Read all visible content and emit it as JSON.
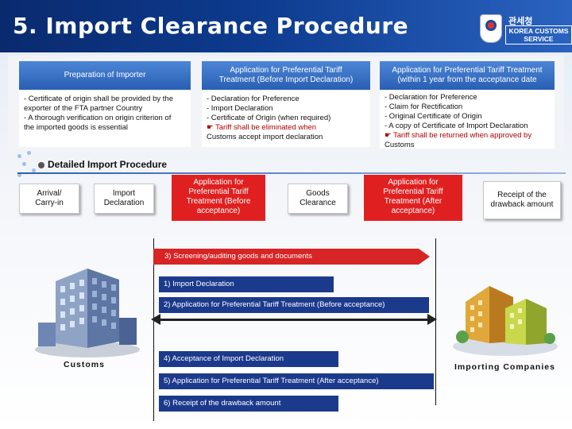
{
  "header": {
    "title": "5. Import Clearance Procedure",
    "logo_ko": "관세청",
    "logo_en": "KOREA CUSTOMS SERVICE"
  },
  "overview": {
    "columns": [
      {
        "heading": "Preparation of Importer",
        "lines": [
          "- Certificate of origin shall be provided by the",
          "exporter of the FTA partner Country",
          "- A thorough verification on origin criterion of",
          "the imported goods is essential"
        ]
      },
      {
        "heading_lines": [
          "Application for Preferential Tariff",
          "Treatment (Before Import Declaration)"
        ],
        "lines": [
          "- Declaration for Preference",
          "- Import Declaration",
          "- Certificate of Origin (when required)"
        ],
        "note_lines": [
          "☛ Tariff shall be eliminated when",
          "Customs accept import declaration"
        ]
      },
      {
        "heading_lines": [
          "Application for Preferential Tariff Treatment",
          "(within 1 year from the acceptance date"
        ],
        "lines": [
          "- Declaration for Preference",
          "- Claim for Rectification",
          "- Original Certificate of Origin",
          "- A copy of Certificate of Import Declaration"
        ],
        "note_lines": [
          "☛ Tariff shall be returned when approved by",
          "Customs"
        ]
      }
    ]
  },
  "detail": {
    "title": "Detailed Import Procedure",
    "steps": [
      "Arrival/ Carry-in",
      "Import Declaration",
      "Application for Preferential Tariff Treatment (Before acceptance)",
      "Goods Clearance",
      "Application for Preferential Tariff Treatment (After acceptance)",
      "Receipt of the drawback amount"
    ]
  },
  "flows": {
    "screening": "3) Screening/auditing goods and documents",
    "import_declaration": "1) Import Declaration",
    "before_acceptance": "2) Application for Preferential Tariff Treatment (Before acceptance)",
    "acceptance": "4) Acceptance of Import Declaration",
    "after_acceptance": "5) Application for Preferential Tariff Treatment (After acceptance)",
    "receipt": "6) Receipt of the drawback amount"
  },
  "actors": {
    "left": "Customs",
    "right": "Importing Companies"
  },
  "colors": {
    "header": "#0d3b8f",
    "column_head": "#2a5fb4",
    "red": "#d72424",
    "navy": "#1c3a8c"
  }
}
